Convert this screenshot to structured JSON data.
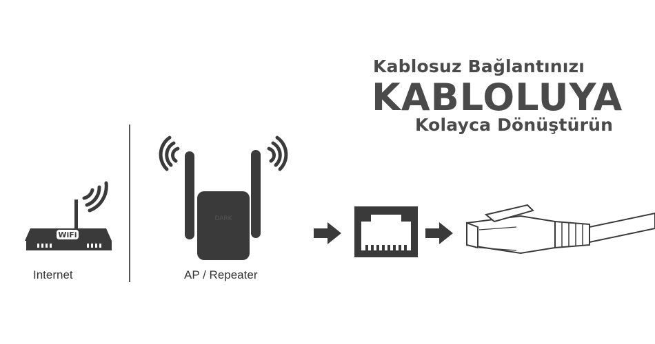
{
  "headline": {
    "line1": "Kablosuz Bağlantınızı",
    "line2": "KABLOLUYA",
    "line3": "Kolayca Dönüştürün"
  },
  "router": {
    "badge": "WiFi",
    "caption": "Internet"
  },
  "repeater": {
    "brand": "DARK",
    "caption": "AP / Repeater"
  },
  "colors": {
    "device_dark": "#3a3a3a",
    "text_gray": "#4a4a4a",
    "background": "#ffffff"
  },
  "icons": [
    "wifi-router-icon",
    "wifi-signal-icon",
    "repeater-icon",
    "arrow-right-icon",
    "ethernet-port-icon",
    "rj45-cable-icon"
  ]
}
